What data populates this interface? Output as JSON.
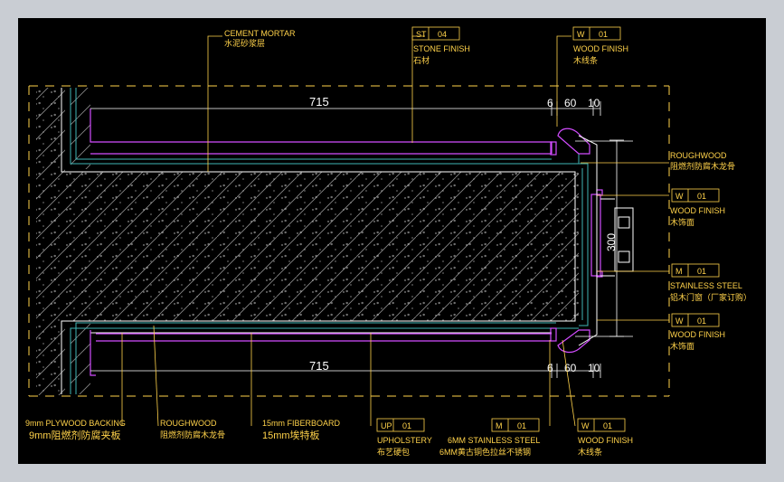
{
  "colors": {
    "background": "#000000",
    "frame": "#c9cdd3",
    "annotation": "#ffd24a",
    "leader": "#ffd24a",
    "dashed_outline": "#ffd24a",
    "purple_finish": "#d24cff",
    "cyan_edge": "#3fb6b6",
    "white_line": "#ffffff",
    "hatch": "#9a9a9a"
  },
  "dimensions": {
    "top_length": "715",
    "bottom_length": "715",
    "gap_a": "6",
    "gap_b": "60",
    "gap_c": "10",
    "gap_a2": "6",
    "gap_b2": "60",
    "gap_c2": "10",
    "vertical": "300"
  },
  "labels": {
    "cement": {
      "en": "CEMENT MORTAR",
      "cn": "水泥砂浆层"
    },
    "stone": {
      "tag": "ST",
      "num": "04",
      "en": "STONE FINISH",
      "cn": "石材"
    },
    "wood_top": {
      "tag": "W",
      "num": "01",
      "en": "WOOD FINISH",
      "cn": "木线条"
    },
    "roughwood_right": {
      "en": "ROUGHWOOD",
      "cn": "阻燃剂防腐木龙骨"
    },
    "wood_right1": {
      "tag": "W",
      "num": "01",
      "en": "WOOD FINISH",
      "cn": "木饰面"
    },
    "steel_right": {
      "tag": "M",
      "num": "01",
      "en": "STAINLESS STEEL",
      "cn": "铝木门窗（厂家订购）"
    },
    "wood_right2": {
      "tag": "W",
      "num": "01",
      "en": "WOOD FINISH",
      "cn": "木饰面"
    },
    "plywood": {
      "en": "9mm PLYWOOD BACKING",
      "cn": "9mm阻燃剂防腐夹板"
    },
    "roughwood_bottom": {
      "en": "ROUGHWOOD",
      "cn": "阻燃剂防腐木龙骨"
    },
    "fiberboard": {
      "en": "15mm FIBERBOARD",
      "cn": "15mm埃特板"
    },
    "upholstery": {
      "tag": "UP",
      "num": "01",
      "en": "UPHOLSTERY",
      "cn": "布艺硬包"
    },
    "steel_bottom": {
      "tag": "M",
      "num": "01",
      "en": "6MM STAINLESS STEEL",
      "cn": "6MM黄古铜色拉丝不锈钢"
    },
    "wood_bottom": {
      "tag": "W",
      "num": "01",
      "en": "WOOD FINISH",
      "cn": "木线条"
    }
  }
}
